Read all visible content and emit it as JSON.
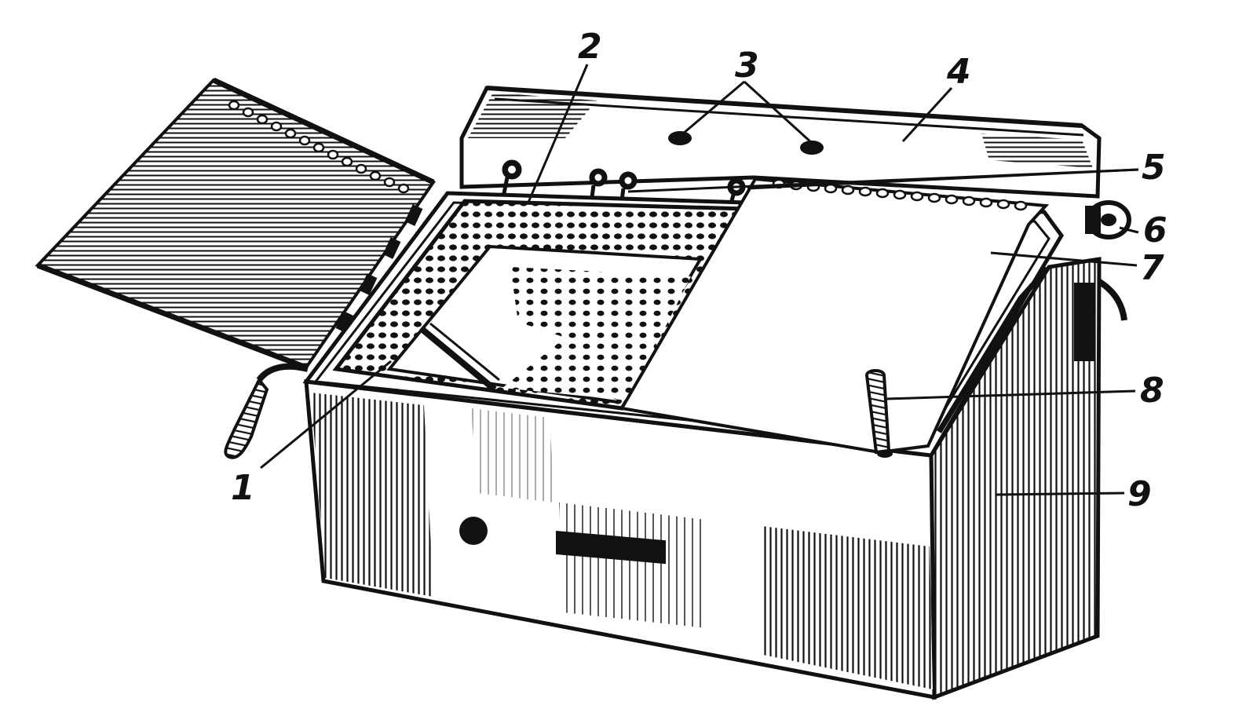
{
  "diagram": {
    "callouts": [
      {
        "id": "1",
        "label": "1"
      },
      {
        "id": "2",
        "label": "2"
      },
      {
        "id": "3",
        "label": "3"
      },
      {
        "id": "4",
        "label": "4"
      },
      {
        "id": "5",
        "label": "5"
      },
      {
        "id": "6",
        "label": "6"
      },
      {
        "id": "7",
        "label": "7"
      },
      {
        "id": "8",
        "label": "8"
      },
      {
        "id": "9",
        "label": "9"
      }
    ]
  },
  "colors": {
    "ink": "#111111",
    "paper": "#ffffff"
  }
}
